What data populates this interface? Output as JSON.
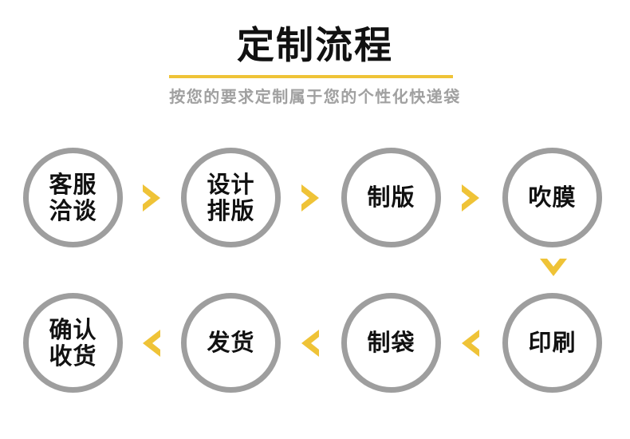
{
  "header": {
    "title": "定制流程",
    "subtitle": "按您的要求定制属于您的个性化快递袋",
    "rule_color": "#EFC337"
  },
  "theme": {
    "accent_yellow": "#EFC337",
    "ring_gray": "#9E9E9E",
    "text_black": "#111111",
    "subtitle_gray": "#A0A0A0",
    "background": "#FFFFFF"
  },
  "flow": {
    "steps": [
      {
        "id": 1,
        "label": "客服\n洽谈",
        "row": "top",
        "order": 1
      },
      {
        "id": 2,
        "label": "设计\n排版",
        "row": "top",
        "order": 2
      },
      {
        "id": 3,
        "label": "制版",
        "row": "top",
        "order": 3
      },
      {
        "id": 4,
        "label": "吹膜",
        "row": "top",
        "order": 4
      },
      {
        "id": 5,
        "label": "印刷",
        "row": "bottom",
        "order": 5
      },
      {
        "id": 6,
        "label": "制袋",
        "row": "bottom",
        "order": 6
      },
      {
        "id": 7,
        "label": "发货",
        "row": "bottom",
        "order": 7
      },
      {
        "id": 8,
        "label": "确认\n收货",
        "row": "bottom",
        "order": 8
      }
    ],
    "connectors": [
      {
        "id": "a1",
        "glyph": ">",
        "direction": "right",
        "between": [
          1,
          2
        ]
      },
      {
        "id": "a2",
        "glyph": ">",
        "direction": "right",
        "between": [
          2,
          3
        ]
      },
      {
        "id": "a3",
        "glyph": ">",
        "direction": "right",
        "between": [
          3,
          4
        ]
      },
      {
        "id": "a-down",
        "glyph": "V",
        "direction": "down",
        "between": [
          4,
          5
        ]
      },
      {
        "id": "a6",
        "glyph": "<",
        "direction": "left",
        "between": [
          5,
          6
        ]
      },
      {
        "id": "a5",
        "glyph": "<",
        "direction": "left",
        "between": [
          6,
          7
        ]
      },
      {
        "id": "a4",
        "glyph": "<",
        "direction": "left",
        "between": [
          7,
          8
        ]
      }
    ]
  }
}
